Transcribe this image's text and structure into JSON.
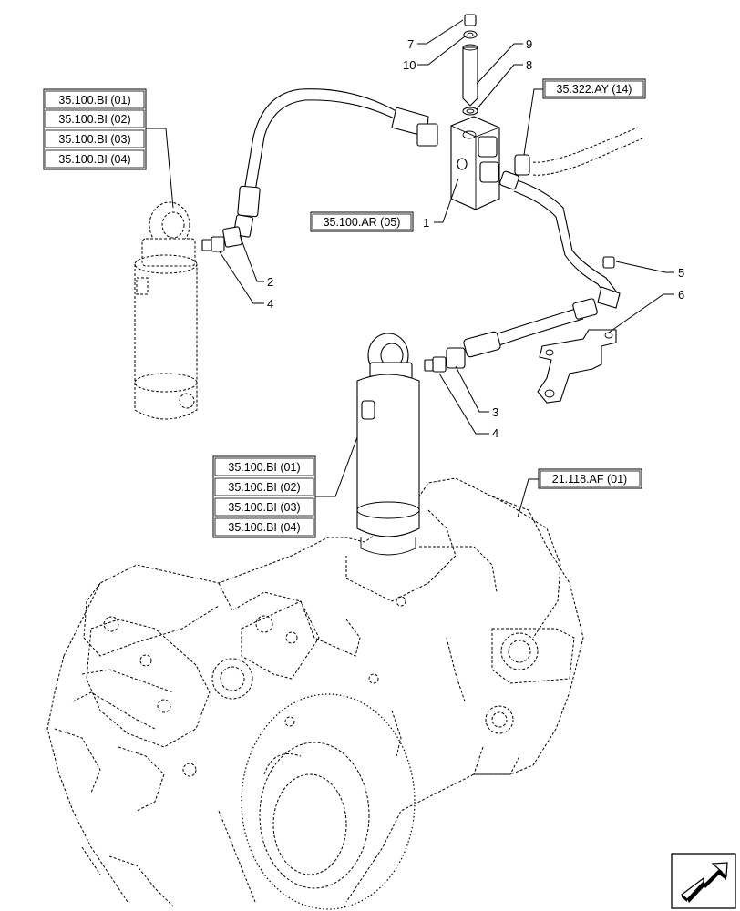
{
  "references": {
    "left_cylinder_refs": [
      "35.100.BI (01)",
      "35.100.BI (02)",
      "35.100.BI (03)",
      "35.100.BI (04)"
    ],
    "center_cylinder_refs": [
      "35.100.BI (01)",
      "35.100.BI (02)",
      "35.100.BI (03)",
      "35.100.BI (04)"
    ],
    "valve_ref": "35.100.AR (05)",
    "pipe_ref": "35.322.AY (14)",
    "housing_ref": "21.118.AF (01)"
  },
  "callouts": {
    "c1": "1",
    "c2": "2",
    "c3": "3",
    "c4a": "4",
    "c4b": "4",
    "c5": "5",
    "c6": "6",
    "c7": "7",
    "c8": "8",
    "c9": "9",
    "c10": "10"
  },
  "nav": {
    "icon": "next-page-arrow-icon"
  }
}
